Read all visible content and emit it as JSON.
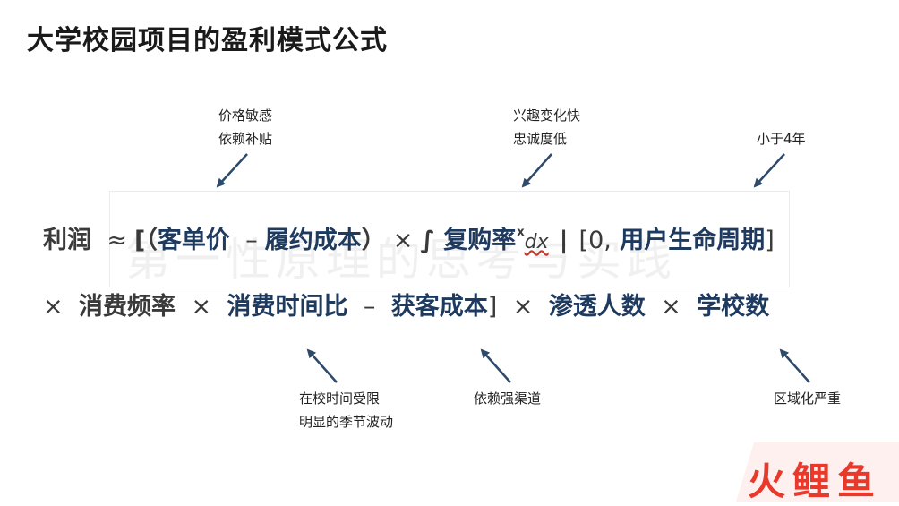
{
  "title": "大学校园项目的盈利模式公式",
  "watermark": "第一性原理的思考与实践",
  "notes": {
    "price": [
      "价格敏感",
      "依赖补贴"
    ],
    "loyalty": [
      "兴趣变化快",
      "忠诚度低"
    ],
    "lifecycle": [
      "小于4年"
    ],
    "time": [
      "在校时间受限",
      "明显的季节波动"
    ],
    "channel": [
      "依赖强渠道"
    ],
    "region": [
      "区域化严重"
    ]
  },
  "formula": {
    "profit": "利润",
    "approx": "≈",
    "lbracket": "[",
    "lparen": "（",
    "unit_price": "客单价",
    "minus1": "–",
    "fulfill_cost": "履约成本",
    "rparen": "）",
    "times1": "×",
    "integral": "∫",
    "repurchase": "复购率",
    "sup_x": "x",
    "dx": "dx",
    "bar": "|",
    "range_start": "[0,",
    "lifecycle": "用户生命周期",
    "rbracket_inner": "]",
    "times2": "×",
    "frequency": "消费频率",
    "times3": "×",
    "time_ratio": "消费时间比",
    "minus2": "–",
    "acquire_cost": "获客成本",
    "rbracket": "]",
    "times4": "×",
    "penetration": "渗透人数",
    "times5": "×",
    "schools": "学校数"
  },
  "logo": "火鲤鱼",
  "colors": {
    "term": "#1f3a5f",
    "arrow": "#2e4a6b",
    "logo": "#e8392b"
  }
}
